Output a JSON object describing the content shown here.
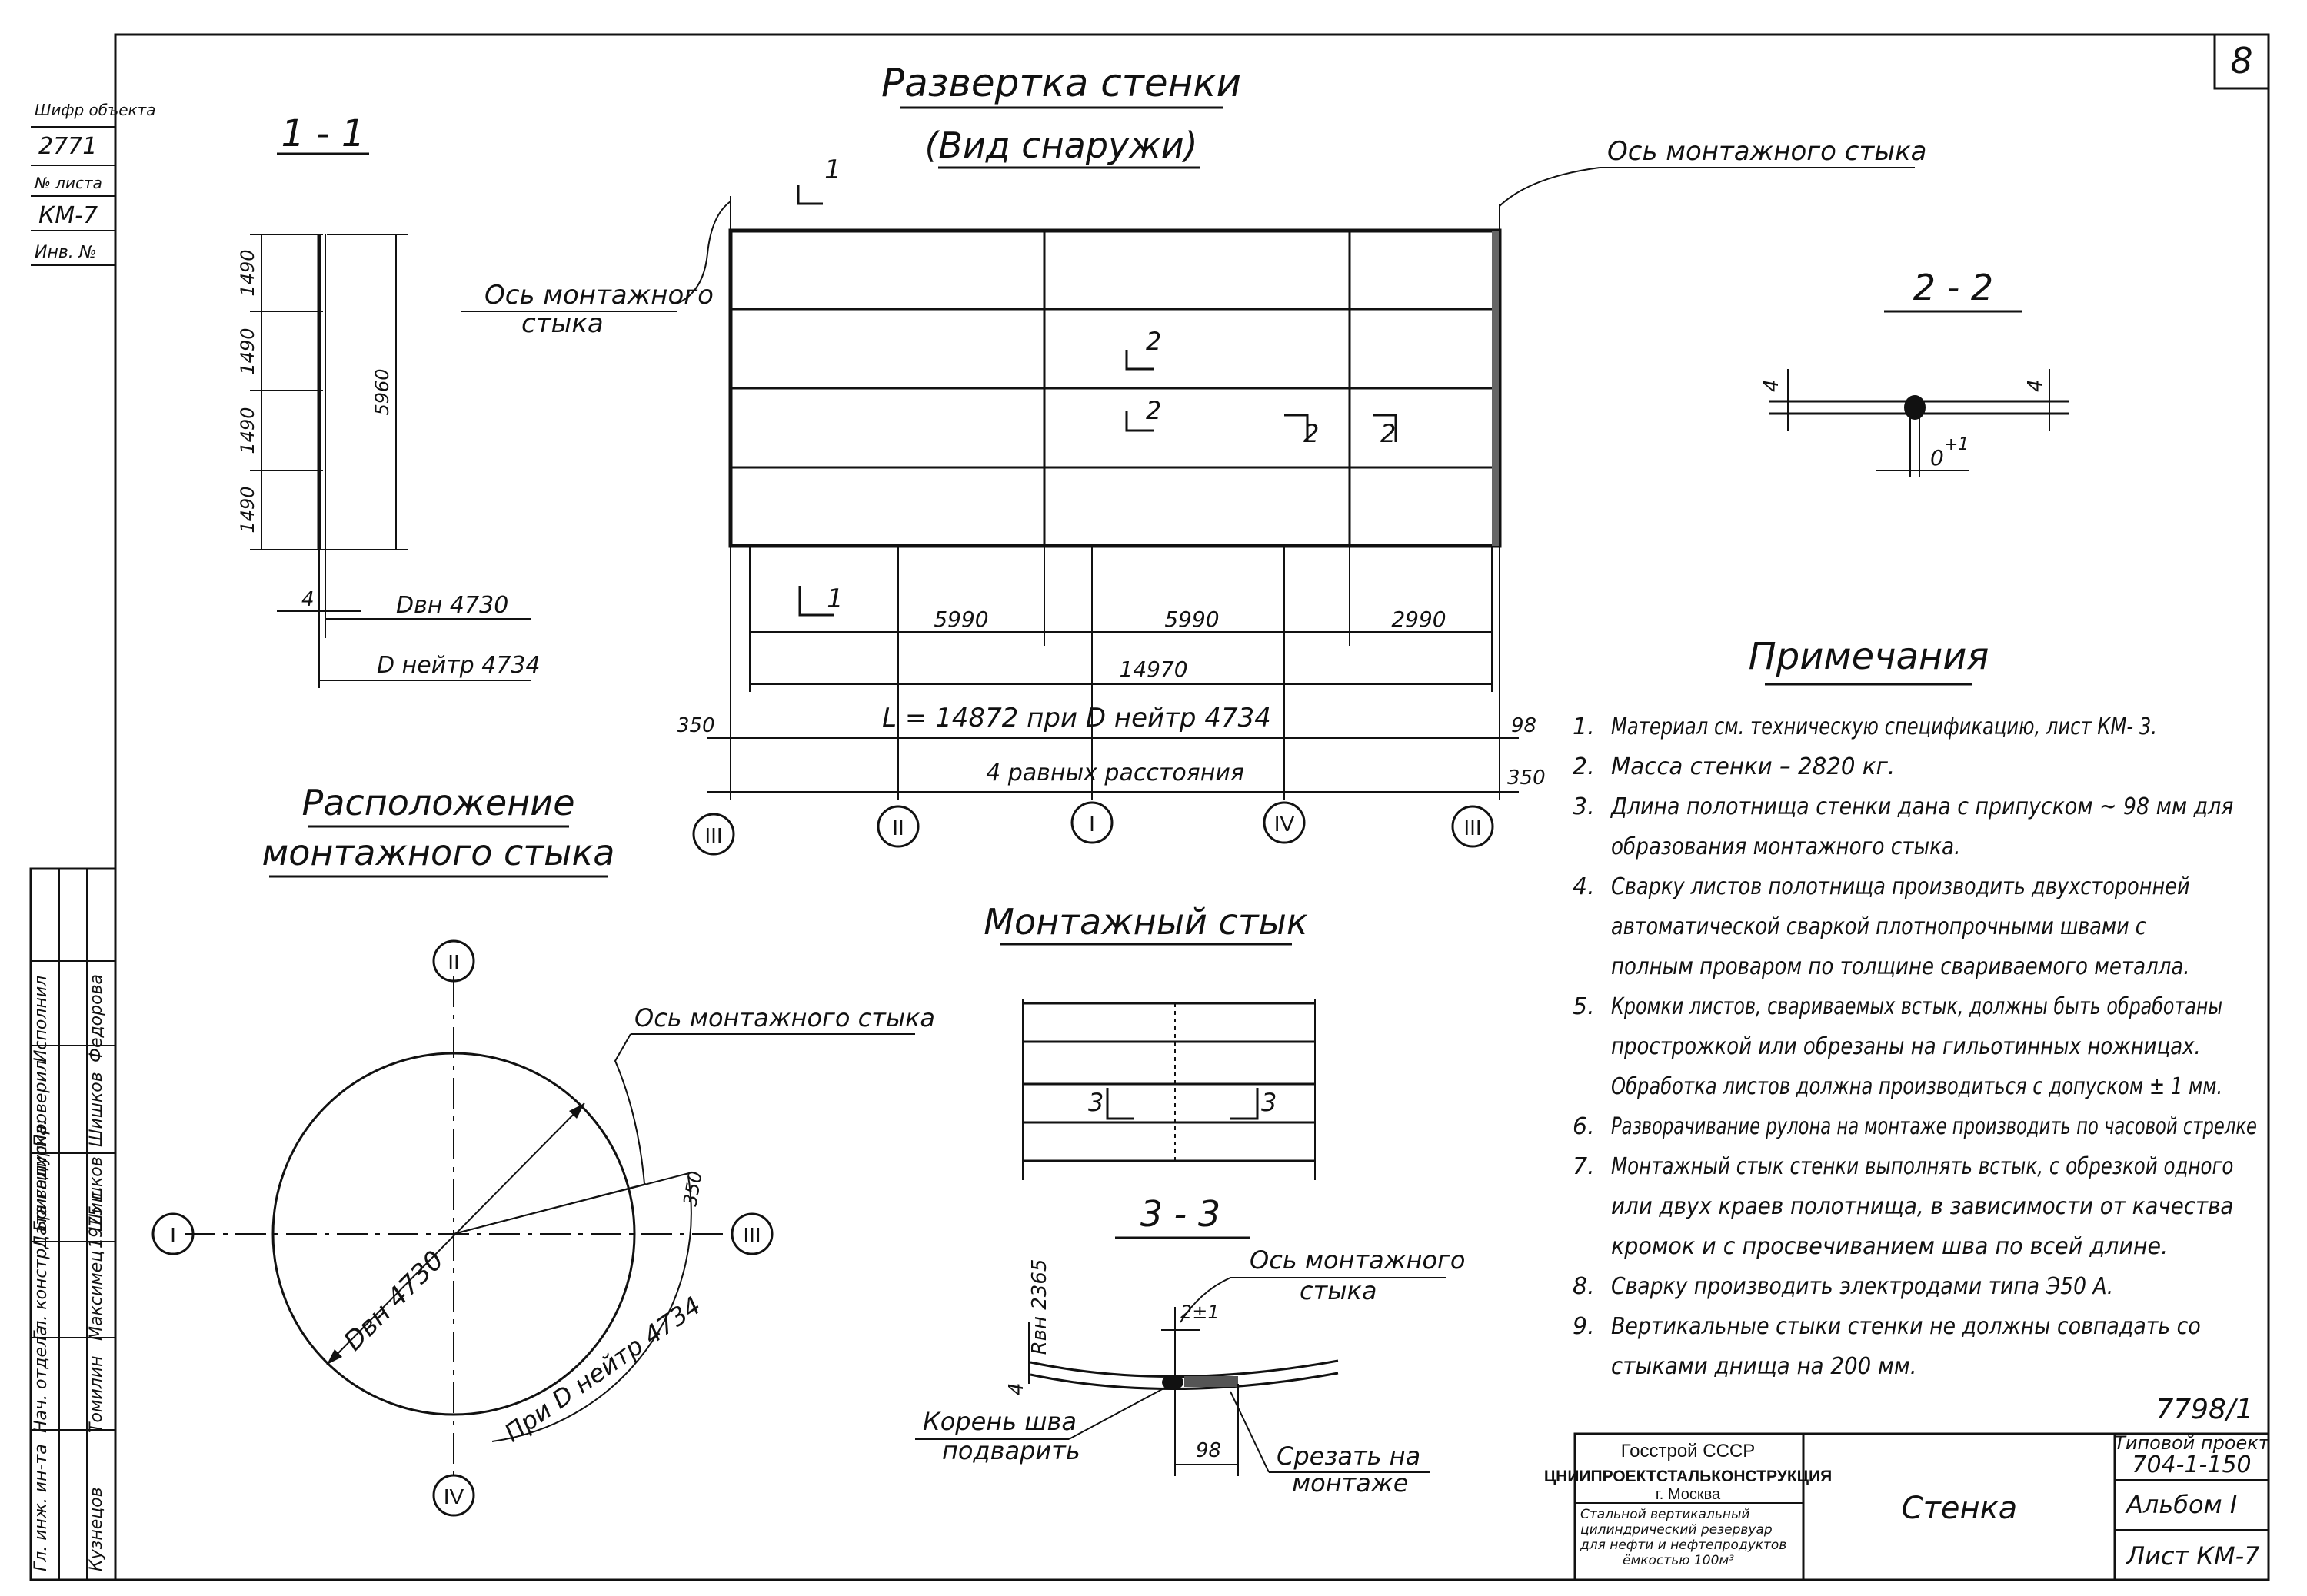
{
  "sheet_number": "8",
  "margin_left": {
    "obj_code_label": "Шифр объекта",
    "obj_code": "2771",
    "sheet_label": "№ листа",
    "sheet": "КМ-7",
    "inv_label": "Инв. №"
  },
  "unfolding": {
    "title": "Развертка стенки",
    "subtitle": "(Вид снаружи)",
    "joint_axis_left": [
      "Ось монтажного",
      "стыка"
    ],
    "joint_axis_right": "Ось монтажного стыка",
    "cut_1": "1",
    "cut_2": "2",
    "dims": {
      "seg1": "5990",
      "seg2": "5990",
      "seg3": "2990",
      "total": "14970",
      "length": "L = 14872  при  D нейтр 4734",
      "offset_left": "350",
      "offset_right_top": "98",
      "offset_right_bottom": "350",
      "equal": "4 равных   расстояния"
    },
    "axes": [
      "III",
      "II",
      "I",
      "IV",
      "III"
    ]
  },
  "section_1_1": {
    "title": "1 - 1",
    "course_heights": [
      "1490",
      "1490",
      "1490",
      "1490"
    ],
    "total_height": "5960",
    "thickness": "4",
    "d_inner": "Dвн   4730",
    "d_neutral": "D нейтр  4734"
  },
  "section_2_2": {
    "title": "2 - 2",
    "thickness_left": "4",
    "thickness_right": "4",
    "gap": "0",
    "gap_tol": "+1"
  },
  "joint_layout": {
    "title": [
      "Расположение",
      "монтажного стыка"
    ],
    "axis_label": "Ось монтажного стыка",
    "diameter": "Dвн 4730",
    "neutral": "При D нейтр 4734",
    "offset": "350",
    "axes": [
      "II",
      "I",
      "III",
      "IV"
    ]
  },
  "field_joint": {
    "title": "Монтажный стык",
    "cut_3": "3"
  },
  "section_3_3": {
    "title": "3 - 3",
    "radius": "Rвн 2365",
    "axis_label": [
      "Ось монтажного",
      "стыка"
    ],
    "gap": "2±1",
    "thickness": "4",
    "offset": "98",
    "root_note": [
      "Корень шва",
      "подварить"
    ],
    "trim_note": [
      "Срезать  на",
      "монтаже"
    ]
  },
  "notes": {
    "title": "Примечания",
    "items": [
      [
        "1.",
        "Материал см. техническую спецификацию, лист КМ- 3."
      ],
      [
        "2.",
        "Масса  стенки  – 2820  кг."
      ],
      [
        "3.",
        "Длина  полотнища  стенки  дана  с  припуском ~ 98 мм  для"
      ],
      [
        "",
        "образования   монтажного  стыка."
      ],
      [
        "4.",
        "Сварку  листов  полотнища  производить  двухсторонней"
      ],
      [
        "",
        "автоматической  сваркой  плотнопрочными  швами  с"
      ],
      [
        "",
        "полным  проваром  по  толщине  свариваемого  металла."
      ],
      [
        "5.",
        "Кромки листов, свариваемых встык, должны быть обработаны"
      ],
      [
        "",
        "прострожкой  или  обрезаны  на  гильотинных  ножницах."
      ],
      [
        "",
        "Обработка листов должна производиться с допуском ± 1 мм."
      ],
      [
        "6.",
        "Разворачивание рулона на монтаже производить по часовой стрелке"
      ],
      [
        "7.",
        "Монтажный стык стенки выполнять встык, с обрезкой  одного"
      ],
      [
        "",
        "или  двух  краев  полотнища, в  зависимости  от  качества"
      ],
      [
        "",
        "кромок  и  с  просвечиванием  шва  по  всей  длине."
      ],
      [
        "8.",
        "Сварку  производить  электродами  типа  Э50 А."
      ],
      [
        "9.",
        "Вертикальные  стыки  стенки  не  должны  совпадать  со"
      ],
      [
        "",
        "стыками   днища  на  200 мм."
      ]
    ]
  },
  "stamp": {
    "drawing_no": "7798/1",
    "org1": "Госстрой  СССР",
    "org2": "ЦНИИПРОЕКТСТАЛЬКОНСТРУКЦИЯ",
    "org3": "г. Москва",
    "desc": [
      "Стальной вертикальный",
      "цилиндрический резервуар",
      "для нефти и нефтепродуктов",
      "ёмкостью 100м³"
    ],
    "name": "Стенка",
    "proj_label": "Типовой проект",
    "proj_no": "704-1-150",
    "album": "Альбом  I",
    "sheet": "Лист  КМ-7"
  },
  "signatures": {
    "rows": [
      [
        "Гл. инж. ин-та",
        "",
        "Кузнецов"
      ],
      [
        "Нач. отдела",
        "",
        "Томилин"
      ],
      [
        "Гл. констр.",
        "",
        "Максимец"
      ],
      [
        "Дата выпуска:",
        "",
        "1975 г."
      ]
    ],
    "rows2": [
      [
        "Бригадир",
        "",
        "Шишков"
      ],
      [
        "Проверил",
        "",
        "Шишков"
      ],
      [
        "Исполнил",
        "",
        "Федорова"
      ]
    ]
  }
}
